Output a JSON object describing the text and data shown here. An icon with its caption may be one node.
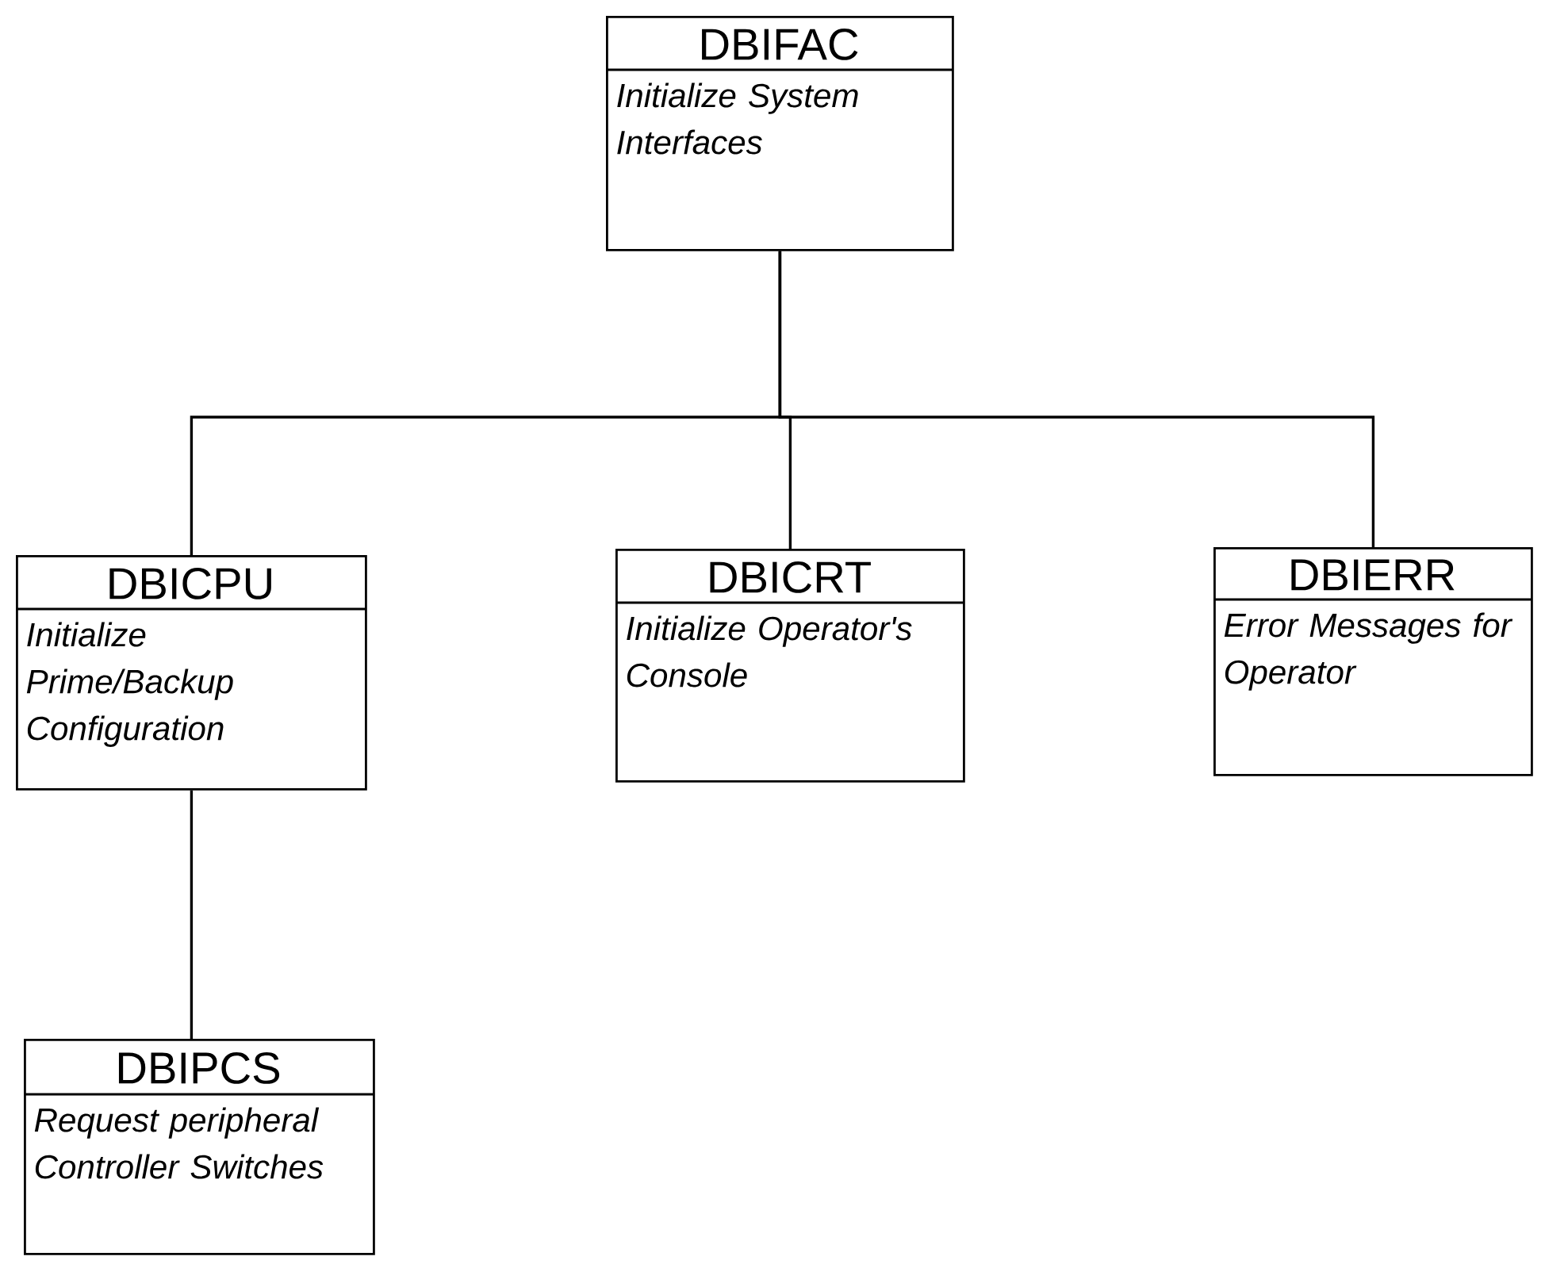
{
  "diagram": {
    "nodes": [
      {
        "text": [
          "DBIFAC",
          "Initialize System Interfaces"
        ]
      },
      {
        "text": [
          "DBICPU",
          "Initialize Prime/Backup Configuration"
        ]
      },
      {
        "text": [
          "DBICRT",
          "Initialize Operator's Console"
        ]
      },
      {
        "text": [
          "DBIERR",
          "Error Messages for Operator"
        ]
      },
      {
        "text": [
          "DBIPCS",
          "Request peripheral Controller Switches"
        ]
      }
    ],
    "edges": [
      {
        "from": 0,
        "to": 1,
        "arrow": "none"
      },
      {
        "from": 0,
        "to": 2,
        "arrow": "none"
      },
      {
        "from": 0,
        "to": 3,
        "arrow": "none"
      },
      {
        "from": 1,
        "to": 4,
        "arrow": "none"
      }
    ]
  }
}
